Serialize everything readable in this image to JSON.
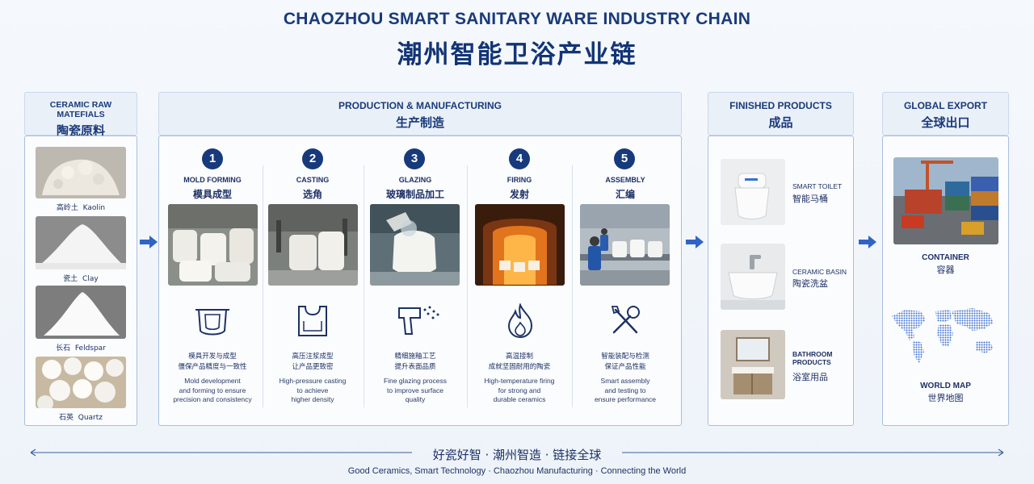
{
  "title": {
    "en": "CHAOZHOU SMART SANITARY WARE INDUSTRY CHAIN",
    "zh": "潮州智能卫浴产业链"
  },
  "raw": {
    "head_en": "CERAMIC RAW MATEFIALS",
    "head_zh": "陶瓷原料",
    "items": [
      {
        "zh": "高岭土",
        "en": "Kaolin"
      },
      {
        "zh": "瓷土",
        "en": "Clay"
      },
      {
        "zh": "长石",
        "en": "Feldspar"
      },
      {
        "zh": "石英",
        "en": "Quartz"
      }
    ]
  },
  "production": {
    "head_en": "PRODUCTION & MANUFACTURING",
    "head_zh": "生产制造",
    "steps": [
      {
        "num": "1",
        "en": "MOLD FORMING",
        "zh": "模具成型",
        "desc_zh": [
          "模具开发与成型",
          "僵保产品精度与一致性"
        ],
        "desc_en": [
          "Mold development",
          "and forming to ensure",
          "precision and consistency"
        ]
      },
      {
        "num": "2",
        "en": "CASTING",
        "zh": "选角",
        "desc_zh": [
          "高压注浆成型",
          "让产品更致密"
        ],
        "desc_en": [
          "High-pressure casting",
          "to achieve",
          "higher density"
        ]
      },
      {
        "num": "3",
        "en": "GLAZING",
        "zh": "玻璃制品加工",
        "desc_zh": [
          "精细施釉工艺",
          "提升表面品质"
        ],
        "desc_en": [
          "Fine glazing process",
          "to improve surface",
          "quality"
        ]
      },
      {
        "num": "4",
        "en": "FIRING",
        "zh": "发射",
        "desc_zh": [
          "高温接制",
          "成就坚固耐用的陶瓷"
        ],
        "desc_en": [
          "High-temperature firing",
          "for strong and",
          "durable ceramics"
        ]
      },
      {
        "num": "5",
        "en": "ASSEMBLY",
        "zh": "汇编",
        "desc_zh": [
          "智能装配与检测",
          "保证产品性能"
        ],
        "desc_en": [
          "Smart assembly",
          "and testing to",
          "ensure performance"
        ]
      }
    ]
  },
  "finished": {
    "head_en": "FINISHED PRODUCTS",
    "head_zh": "成品",
    "items": [
      {
        "en": "SMART TOILET",
        "zh": "智能马桶"
      },
      {
        "en": "CERAMIC BASIN",
        "zh": "陶瓷洗盆"
      },
      {
        "en_1": "BATHROOM",
        "en_2": "PRODUCTS",
        "zh": "浴室用品"
      }
    ]
  },
  "export": {
    "head_en": "GLOBAL EXPORT",
    "head_zh": "全球出口",
    "container_en": "CONTAINER",
    "container_zh": "容器",
    "map_en": "WORLD MAP",
    "map_zh": "世界地图"
  },
  "footer": {
    "zh": "好瓷好智 · 潮州智造 · 链接全球",
    "en": "Good Ceramics, Smart Technology · Chaozhou Manufacturing · Connecting the World"
  },
  "colors": {
    "navy": "#173a7c",
    "accent": "#2f64c4",
    "border": "#a9bfe0"
  }
}
